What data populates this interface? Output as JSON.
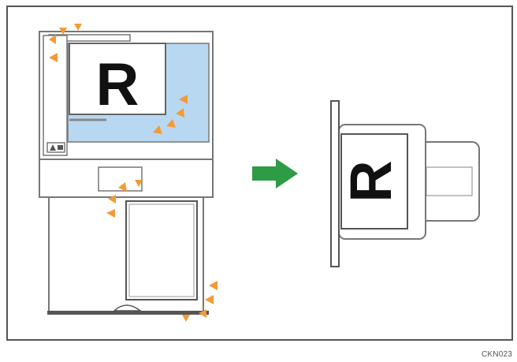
{
  "figure": {
    "code": "CKN023",
    "letter": "R",
    "colors": {
      "frame": "#555555",
      "device_stroke": "#777777",
      "glass": "#b8d8f2",
      "arrow": "#2e9b45",
      "marker": "#f39a36",
      "device_fill": "#ffffff"
    },
    "left_illustration": {
      "name": "device-front-view"
    },
    "right_illustration": {
      "name": "tray-side-view"
    }
  }
}
